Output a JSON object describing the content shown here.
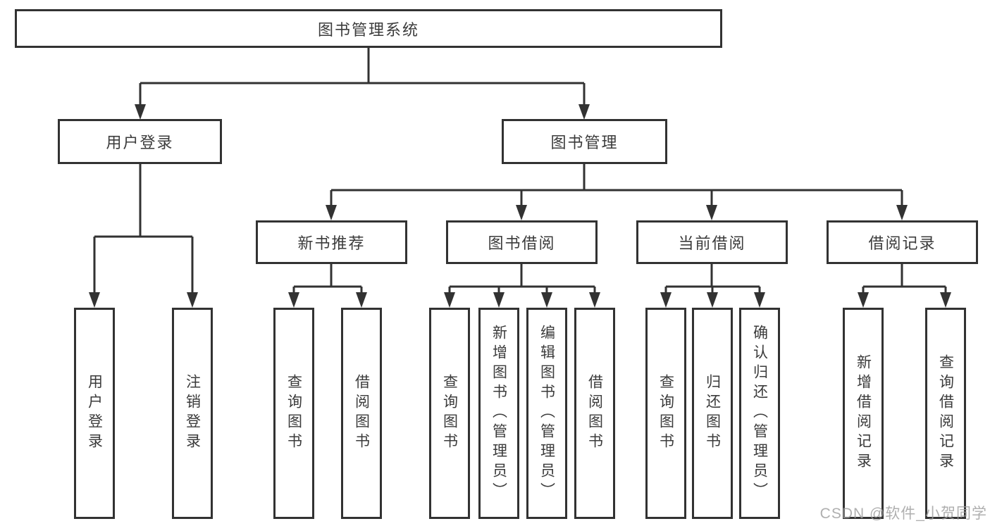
{
  "tree": {
    "label": "图书管理系统",
    "children": [
      {
        "label": "用户登录",
        "children": [
          {
            "label": "用户登录"
          },
          {
            "label": "注销登录"
          }
        ]
      },
      {
        "label": "图书管理",
        "children": [
          {
            "label": "新书推荐",
            "children": [
              {
                "label": "查询图书"
              },
              {
                "label": "借阅图书"
              }
            ]
          },
          {
            "label": "图书借阅",
            "children": [
              {
                "label": "查询图书"
              },
              {
                "label": "新增图书（管理员）"
              },
              {
                "label": "编辑图书（管理员）"
              },
              {
                "label": "借阅图书"
              }
            ]
          },
          {
            "label": "当前借阅",
            "children": [
              {
                "label": "查询图书"
              },
              {
                "label": "归还图书"
              },
              {
                "label": "确认归还（管理员）"
              }
            ]
          },
          {
            "label": "借阅记录",
            "children": [
              {
                "label": "新增借阅记录"
              },
              {
                "label": "查询借阅记录"
              }
            ]
          }
        ]
      }
    ]
  },
  "watermark": {
    "text": "CSDN @软件_小贺同学"
  },
  "colors": {
    "line": "#323232",
    "text": "#3b3b3b",
    "background": "#ffffff",
    "watermark": "#9e9e9e"
  }
}
